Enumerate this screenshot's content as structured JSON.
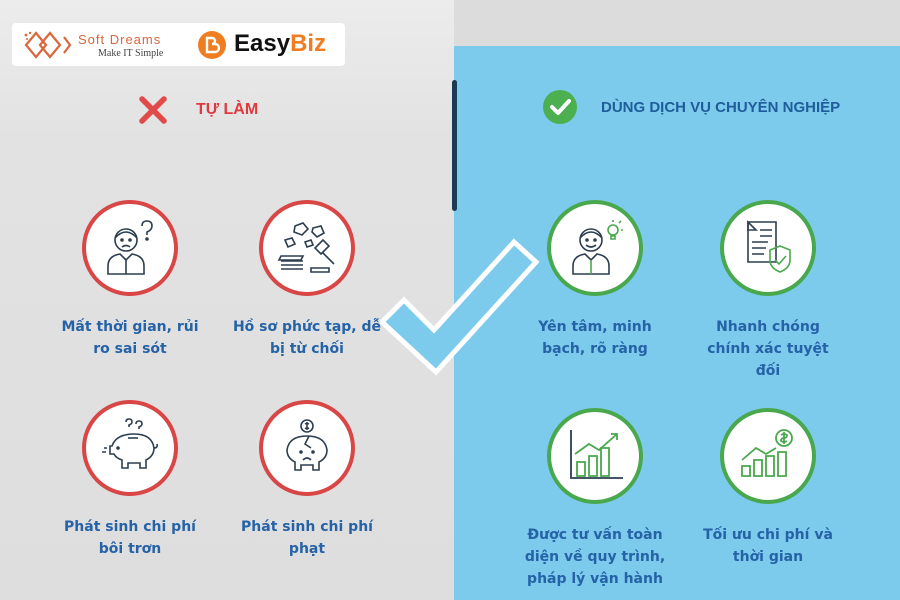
{
  "branding": {
    "softdreams": {
      "name": "Soft Dreams",
      "tagline": "Make IT Simple"
    },
    "easybiz": {
      "name_prefix": "Easy",
      "name_suffix": "Biz"
    }
  },
  "left_column": {
    "title": "TỰ LÀM",
    "icon": "x-icon",
    "accent_color": "#d94646",
    "items": [
      {
        "label": "Mất thời gian, rủi ro sai sót",
        "icon": "confused-person-icon"
      },
      {
        "label": "Hồ sơ phức tạp, dễ bị từ chối",
        "icon": "paperwork-gavel-icon"
      },
      {
        "label": "Phát sinh chi phí bôi trơn",
        "icon": "piggy-bank-question-icon"
      },
      {
        "label": "Phát sinh chi phí phạt",
        "icon": "broken-piggy-bank-icon"
      }
    ]
  },
  "right_column": {
    "title": "DÙNG DỊCH VỤ CHUYÊN NGHIỆP",
    "icon": "check-circle-icon",
    "accent_color": "#49a84d",
    "items": [
      {
        "label": "Yên tâm, minh bạch, rõ ràng",
        "icon": "happy-person-idea-icon"
      },
      {
        "label": "Nhanh chóng chính xác tuyệt đối",
        "icon": "document-shield-icon"
      },
      {
        "label": "Được tư vấn toàn diện về quy trình, pháp lý vận hành",
        "icon": "growth-chart-icon"
      },
      {
        "label": "Tối ưu chi phí và thời gian",
        "icon": "cost-chart-dollar-icon"
      }
    ]
  },
  "colors": {
    "left_bg": "#e0e0e0",
    "right_bg": "#7ccaec",
    "label_text": "#2562a6",
    "left_title": "#e03a3e",
    "right_title": "#1f5d9a"
  }
}
